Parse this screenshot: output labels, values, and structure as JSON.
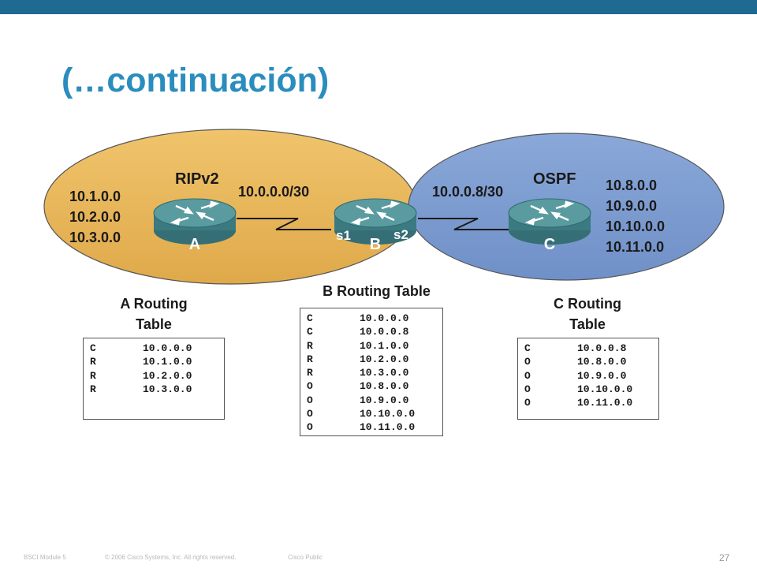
{
  "title": "(…continuación)",
  "colors": {
    "topbar": "#1e6a93",
    "title": "#2a8dbd",
    "rip_area": "#e8b659",
    "ospf_area": "#7f9fd2",
    "router": "#3d7f85"
  },
  "left_area": {
    "protocol": "RIPv2",
    "networks": [
      "10.1.0.0",
      "10.2.0.0",
      "10.3.0.0"
    ]
  },
  "right_area": {
    "protocol": "OSPF",
    "networks": [
      "10.8.0.0",
      "10.9.0.0",
      "10.10.0.0",
      "10.11.0.0"
    ]
  },
  "links": {
    "a_b": "10.0.0.0/30",
    "b_c": "10.0.0.8/30"
  },
  "routers": {
    "a": {
      "name": "A",
      "icon": "router-icon"
    },
    "b": {
      "name": "B",
      "icon": "router-icon",
      "iface_left": "s1",
      "iface_right": "s2"
    },
    "c": {
      "name": "C",
      "icon": "router-icon"
    }
  },
  "tables": {
    "a": {
      "title_line1": "A Routing",
      "title_line2": "Table",
      "rows": [
        {
          "code": "C",
          "net": "10.0.0.0"
        },
        {
          "code": "R",
          "net": "10.1.0.0"
        },
        {
          "code": "R",
          "net": "10.2.0.0"
        },
        {
          "code": "R",
          "net": "10.3.0.0"
        }
      ]
    },
    "b": {
      "title": "B Routing Table",
      "rows": [
        {
          "code": "C",
          "net": "10.0.0.0"
        },
        {
          "code": "C",
          "net": "10.0.0.8"
        },
        {
          "code": "R",
          "net": "10.1.0.0"
        },
        {
          "code": "R",
          "net": "10.2.0.0"
        },
        {
          "code": "R",
          "net": "10.3.0.0"
        },
        {
          "code": "O",
          "net": "10.8.0.0"
        },
        {
          "code": "O",
          "net": "10.9.0.0"
        },
        {
          "code": "O",
          "net": "10.10.0.0"
        },
        {
          "code": "O",
          "net": "10.11.0.0"
        }
      ]
    },
    "c": {
      "title_line1": "C Routing",
      "title_line2": "Table",
      "rows": [
        {
          "code": "C",
          "net": "10.0.0.8"
        },
        {
          "code": "O",
          "net": "10.8.0.0"
        },
        {
          "code": "O",
          "net": "10.9.0.0"
        },
        {
          "code": "O",
          "net": "10.10.0.0"
        },
        {
          "code": "O",
          "net": "10.11.0.0"
        }
      ]
    }
  },
  "footer": {
    "module": "BSCI Module 5",
    "copyright": "© 2006 Cisco Systems, Inc. All rights reserved.",
    "classification": "Cisco Public",
    "page": "27"
  }
}
